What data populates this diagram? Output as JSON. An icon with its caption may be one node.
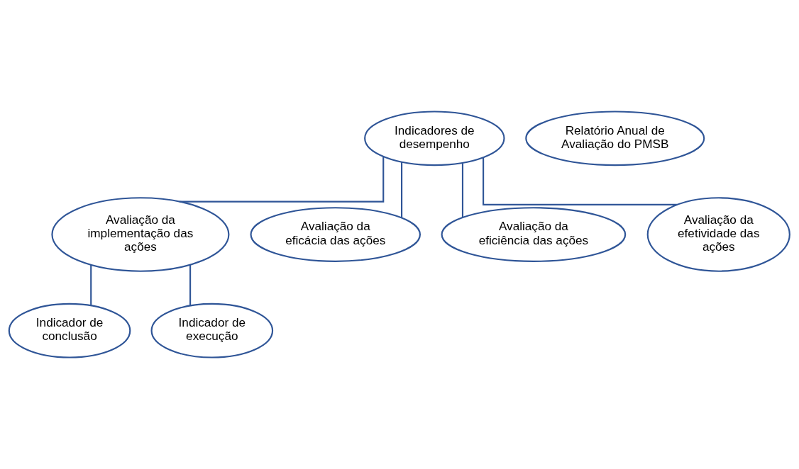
{
  "diagram": {
    "nodes": [
      {
        "text": [
          "Indicadores de desempenho"
        ]
      },
      {
        "text": [
          "Relatório Anual de Avaliação do PMSB"
        ]
      },
      {
        "text": [
          "Avaliação da implementação das ações"
        ]
      },
      {
        "text": [
          "Avaliação da eficácia das ações"
        ]
      },
      {
        "text": [
          "Avaliação da eficiência das ações"
        ]
      },
      {
        "text": [
          "Avaliação da efetividade das ações"
        ]
      },
      {
        "text": [
          "Indicador de conclusão"
        ]
      },
      {
        "text": [
          "Indicador de execução"
        ]
      }
    ],
    "edges": [
      {
        "from": 0,
        "to": 2,
        "arrow": "none"
      },
      {
        "from": 0,
        "to": 3,
        "arrow": "none"
      },
      {
        "from": 0,
        "to": 4,
        "arrow": "none"
      },
      {
        "from": 0,
        "to": 5,
        "arrow": "none"
      },
      {
        "from": 2,
        "to": 6,
        "arrow": "none"
      },
      {
        "from": 2,
        "to": 7,
        "arrow": "none"
      }
    ]
  }
}
